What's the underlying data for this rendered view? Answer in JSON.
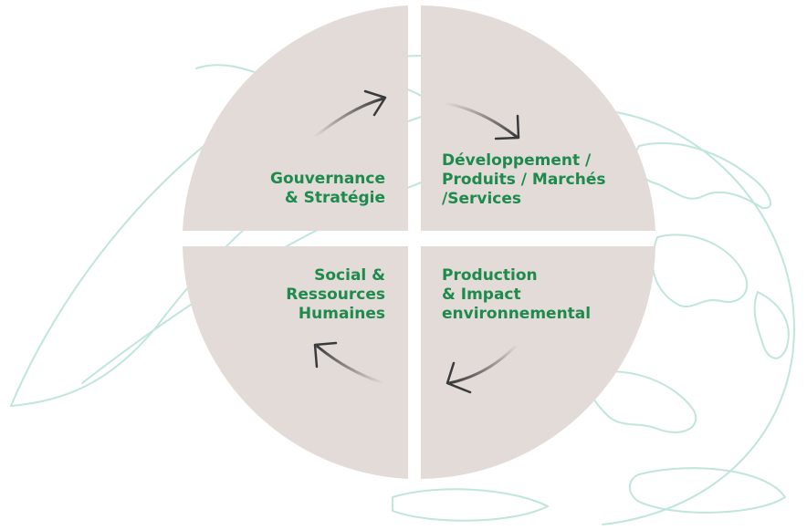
{
  "colors": {
    "quadrant_fill": "#e2dbd8",
    "label_green": "#1e8a4c",
    "decor_outline": "#bfe5dc",
    "arrow_dark": "#3a3a3a"
  },
  "quadrants": {
    "top_left": {
      "label": "Gouvernance\n& Stratégie"
    },
    "top_right": {
      "label": "Développement /\nProduits / Marchés\n/Services"
    },
    "bottom_left": {
      "label": "Social &\nRessources\nHumaines"
    },
    "bottom_right": {
      "label": "Production\n& Impact\nenvironnemental"
    }
  },
  "icons": {
    "background": "leaf-and-globe-outline",
    "arrows": "curved-cycle-arrow"
  }
}
